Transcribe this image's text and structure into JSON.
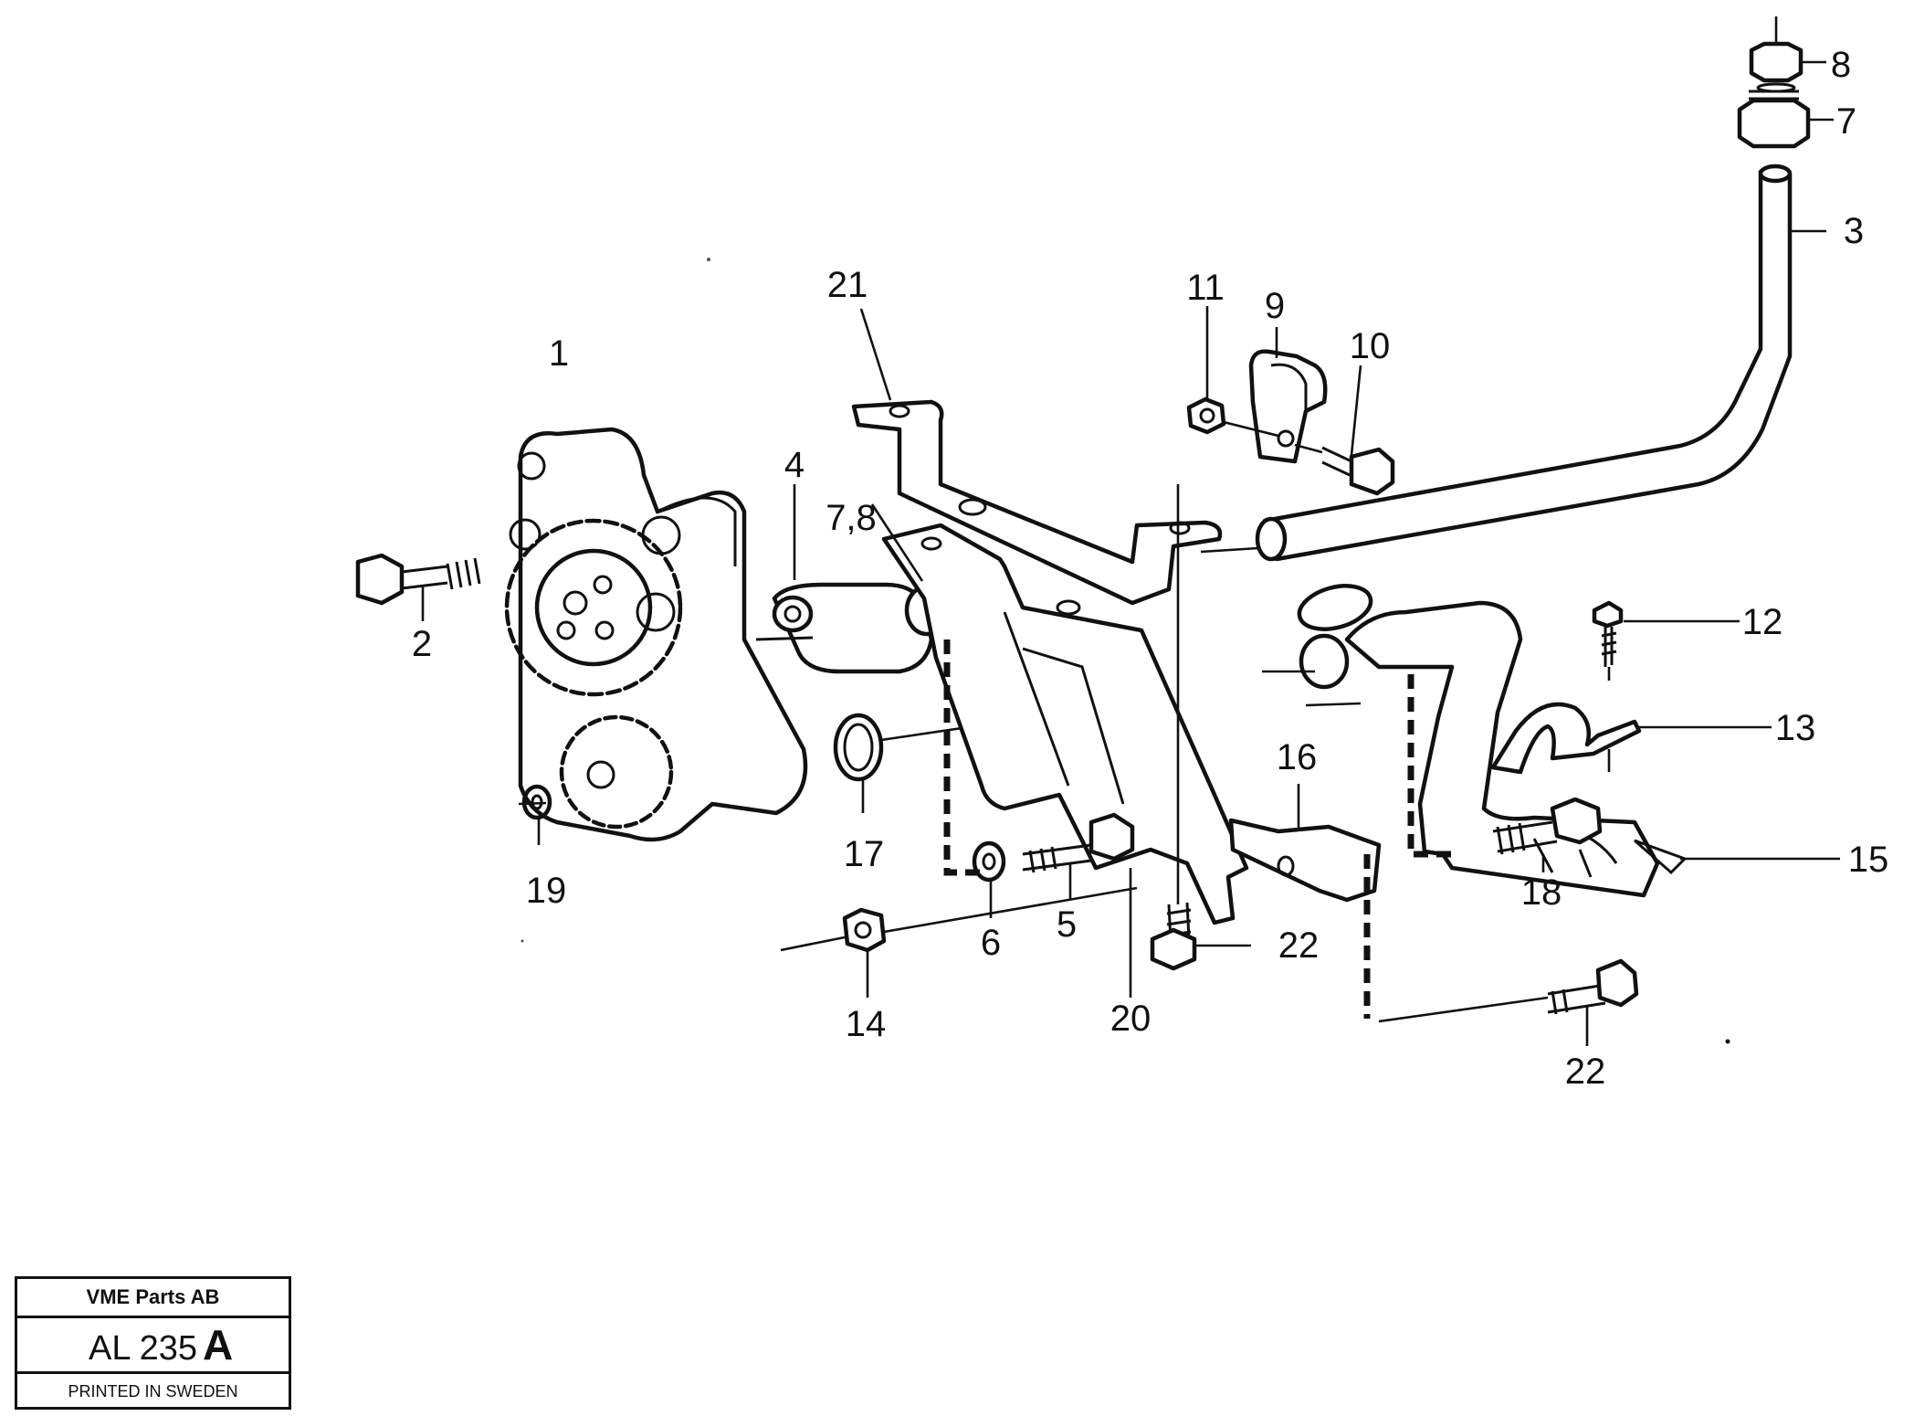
{
  "drawing": {
    "callouts": {
      "c1": "1",
      "c2": "2",
      "c3": "3",
      "c4": "4",
      "c5": "5",
      "c6": "6",
      "c7": "7",
      "c78": "7,8",
      "c8": "8",
      "c9": "9",
      "c10": "10",
      "c11": "11",
      "c12": "12",
      "c13": "13",
      "c14": "14",
      "c15": "15",
      "c16": "16",
      "c17": "17",
      "c18": "18",
      "c19": "19",
      "c20": "20",
      "c21": "21",
      "c22a": "22",
      "c22b": "22"
    }
  },
  "title_block": {
    "company": "VME Parts AB",
    "code": "AL 235",
    "revision": "A",
    "printed": "PRINTED IN SWEDEN"
  }
}
